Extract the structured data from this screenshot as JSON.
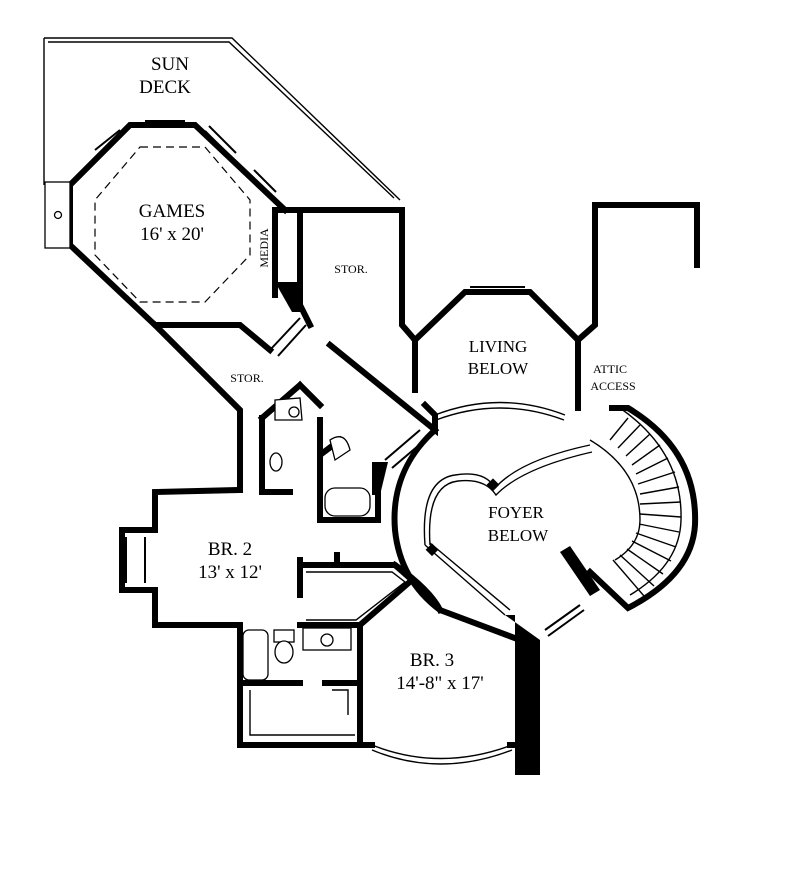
{
  "labels": {
    "sun_deck_1": "SUN",
    "sun_deck_2": "DECK",
    "games_name": "GAMES",
    "games_size": "16' x 20'",
    "media": "MEDIA",
    "stor_upper": "STOR.",
    "stor_lower": "STOR.",
    "living_1": "LIVING",
    "living_2": "BELOW",
    "attic_1": "ATTIC",
    "attic_2": "ACCESS",
    "foyer_1": "FOYER",
    "foyer_2": "BELOW",
    "br2_name": "BR. 2",
    "br2_size": "13' x 12'",
    "br3_name": "BR. 3",
    "br3_size": "14'-8\" x 17'"
  }
}
